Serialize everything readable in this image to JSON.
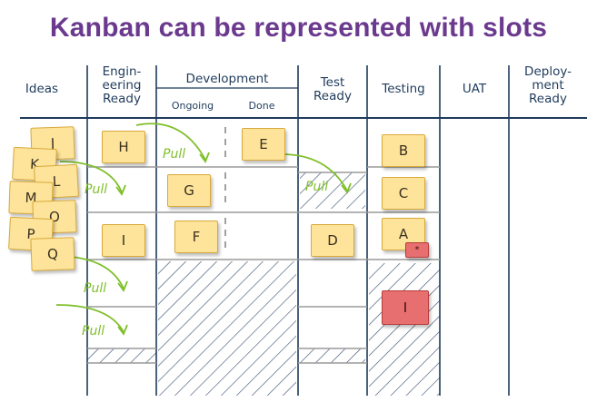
{
  "title": "Kanban can be represented with slots",
  "columns": {
    "ideas": "Ideas",
    "engineering_ready": "Engin-\neering\nReady",
    "development": "Development",
    "ongoing": "Ongoing",
    "done": "Done",
    "test_ready": "Test\nReady",
    "testing": "Testing",
    "uat": "UAT",
    "deployment_ready": "Deploy-\nment\nReady"
  },
  "cards": {
    "j": "J",
    "k": "K",
    "l": "L",
    "m": "M",
    "o": "O",
    "p": "P",
    "q": "Q",
    "h": "H",
    "i_eng": "I",
    "g": "G",
    "f": "F",
    "e": "E",
    "d": "D",
    "b": "B",
    "c": "C",
    "a": "A",
    "a_flag": "*",
    "i_testing": "I"
  },
  "pull_label": "Pull",
  "colors": {
    "title": "#6b3a8e",
    "header_text": "#1f3b5c",
    "sticky_note": "#fde49a",
    "blocked_note": "#e86f6f",
    "pull_arrow": "#7fbf2a"
  }
}
